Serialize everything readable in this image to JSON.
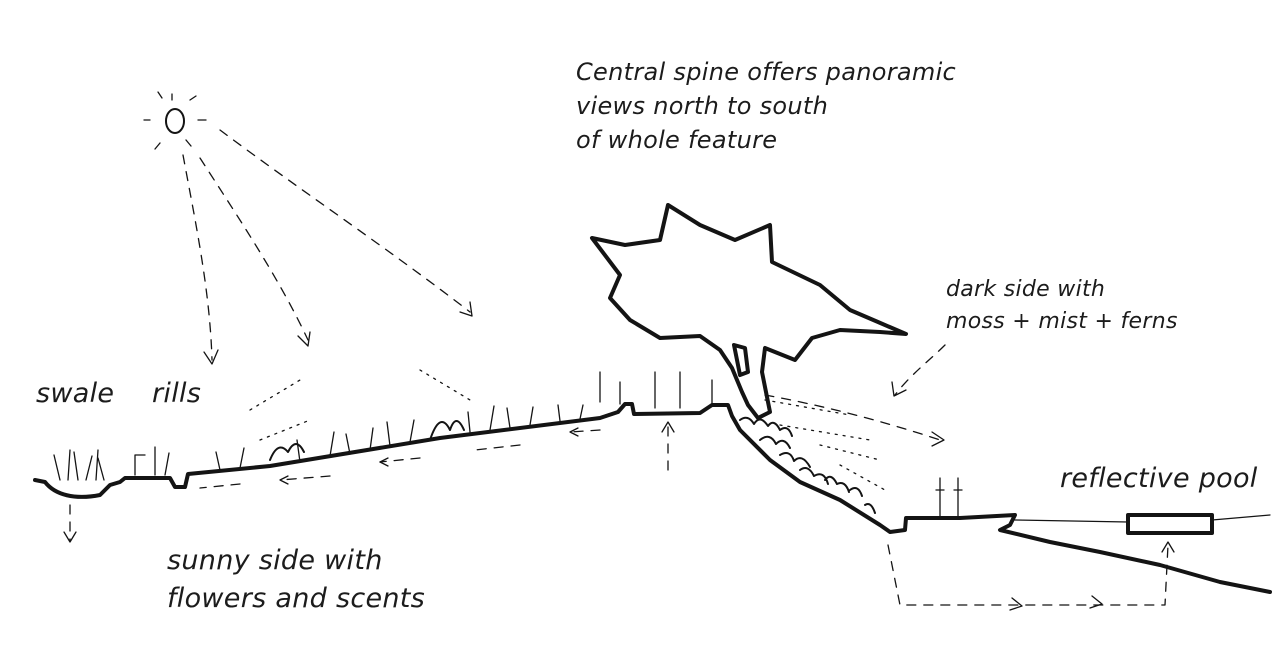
{
  "labels": {
    "swale": "swale",
    "rills": "rills",
    "spine": "Central spine offers panoramic\nviews north to south\nof whole feature",
    "dark_side": "dark side with\nmoss + mist + ferns",
    "reflective_pool": "reflective pool",
    "sunny_side": "sunny side with\nflowers and scents"
  }
}
